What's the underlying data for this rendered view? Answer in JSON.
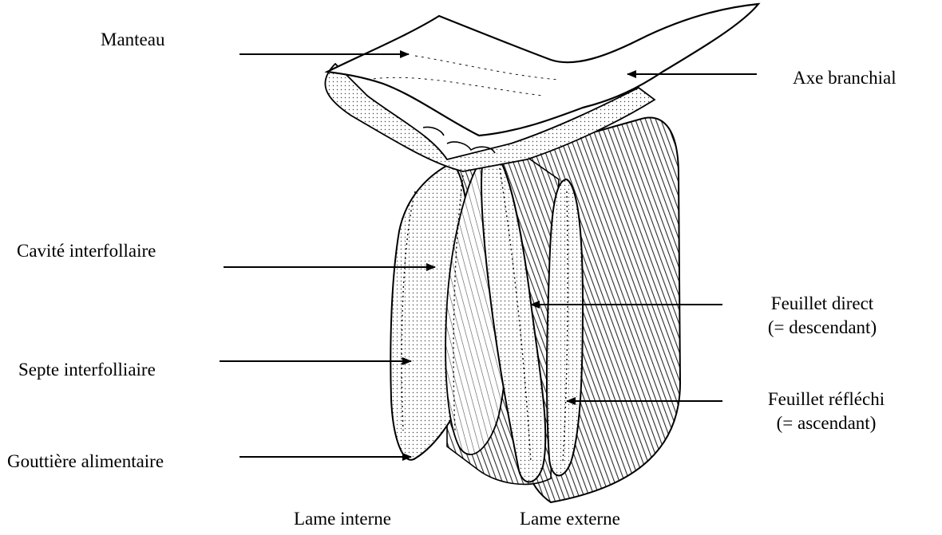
{
  "labels": {
    "manteau": "Manteau",
    "axe_branchial": "Axe branchial",
    "cavite_interfollaire": "Cavité interfollaire",
    "septe_interfolliaire": "Septe interfolliaire",
    "gouttiere_alimentaire": "Gouttière alimentaire",
    "feuillet_direct": "Feuillet direct",
    "feuillet_direct_sub": "(= descendant)",
    "feuillet_reflechi": "Feuillet réfléchi",
    "feuillet_reflechi_sub": "(= ascendant)",
    "lame_interne": "Lame interne",
    "lame_externe": "Lame externe"
  },
  "colors": {
    "ink": "#000000",
    "paper": "#ffffff",
    "shade": "#3a3a3a"
  }
}
